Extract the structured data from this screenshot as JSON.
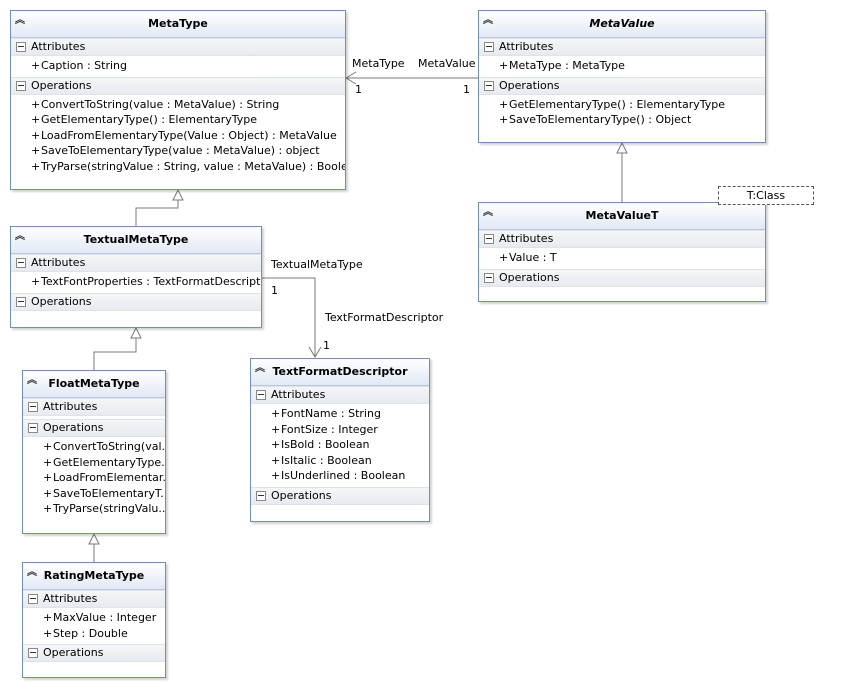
{
  "classes": {
    "metatype": {
      "name": "MetaType",
      "attributes_label": "Attributes",
      "operations_label": "Operations",
      "attributes": [
        "Caption : String"
      ],
      "operations": [
        "ConvertToString(value : MetaValue) : String",
        "GetElementaryType() : ElementaryType",
        "LoadFromElementaryType(Value : Object) : MetaValue",
        "SaveToElementaryType(value : MetaValue) : object",
        "TryParse(stringValue : String, value : MetaValue) : Boolean"
      ]
    },
    "metavalue": {
      "name": "MetaValue",
      "attributes_label": "Attributes",
      "operations_label": "Operations",
      "attributes": [
        "MetaType : MetaType"
      ],
      "operations": [
        "GetElementaryType() : ElementaryType",
        "SaveToElementaryType() : Object"
      ]
    },
    "metavaluet": {
      "name": "MetaValueT",
      "attributes_label": "Attributes",
      "operations_label": "Operations",
      "attributes": [
        "Value : T"
      ],
      "operations": [],
      "template_param": "T:Class"
    },
    "textualmetatype": {
      "name": "TextualMetaType",
      "attributes_label": "Attributes",
      "operations_label": "Operations",
      "attributes": [
        "TextFontProperties : TextFormatDescriptor"
      ],
      "operations": []
    },
    "floatmetatype": {
      "name": "FloatMetaType",
      "attributes_label": "Attributes",
      "operations_label": "Operations",
      "attributes": [],
      "operations": [
        "ConvertToString(val...",
        "GetElementaryType...",
        "LoadFromElementar...",
        "SaveToElementaryT...",
        "TryParse(stringValu..."
      ]
    },
    "textformatdescriptor": {
      "name": "TextFormatDescriptor",
      "attributes_label": "Attributes",
      "operations_label": "Operations",
      "attributes": [
        "FontName : String",
        "FontSize : Integer",
        "IsBold : Boolean",
        "IsItalic : Boolean",
        "IsUnderlined : Boolean"
      ],
      "operations": []
    },
    "ratingmetatype": {
      "name": "RatingMetaType",
      "attributes_label": "Attributes",
      "operations_label": "Operations",
      "attributes": [
        "MaxValue : Integer",
        "Step : Double"
      ],
      "operations": []
    }
  },
  "associations": {
    "metavalue_metatype": {
      "target_role": "MetaType",
      "target_mult": "1",
      "source_role": "MetaValue",
      "source_mult": "1"
    },
    "textual_textformat": {
      "source_role": "TextualMetaType",
      "source_mult": "1",
      "target_role": "TextFormatDescriptor",
      "target_mult": "1"
    }
  },
  "member_prefix": "+",
  "icons": {
    "collapse": "double-chevron-up-icon",
    "section_toggle": "minus-box-icon"
  },
  "colors": {
    "border": "#6f8fbf",
    "header_gradient_end": "#e1e9f5",
    "section_bg": "#eceff2",
    "connector": "#7a7a7a"
  }
}
